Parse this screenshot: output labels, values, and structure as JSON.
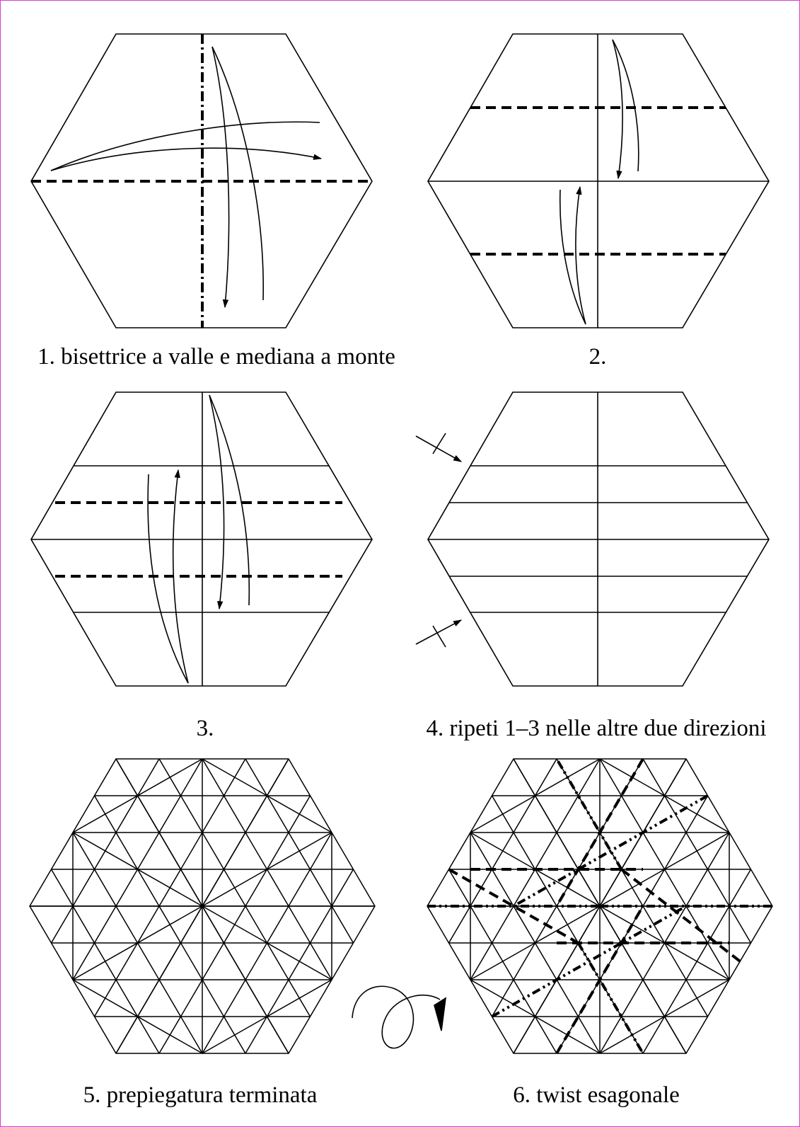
{
  "colors": {
    "frame": "#d63ad6",
    "ink": "#000000",
    "background": "#ffffff"
  },
  "steps": [
    {
      "id": "step-1",
      "caption": "1. bisettrice a valle e mediana a monte"
    },
    {
      "id": "step-2",
      "caption": "2."
    },
    {
      "id": "step-3",
      "caption": "3."
    },
    {
      "id": "step-4",
      "caption": "4. ripeti 1–3 nelle altre due direzioni"
    },
    {
      "id": "step-5",
      "caption": "5. prepiegatura terminata"
    },
    {
      "id": "step-6",
      "caption": "6. twist esagonale"
    }
  ],
  "symbols": {
    "valley_fold": "dashed-line",
    "mountain_fold": "dash-dot-line",
    "turn_over": "loop-arrow-icon",
    "repeat_marker": "crossed-arrow-icon"
  }
}
